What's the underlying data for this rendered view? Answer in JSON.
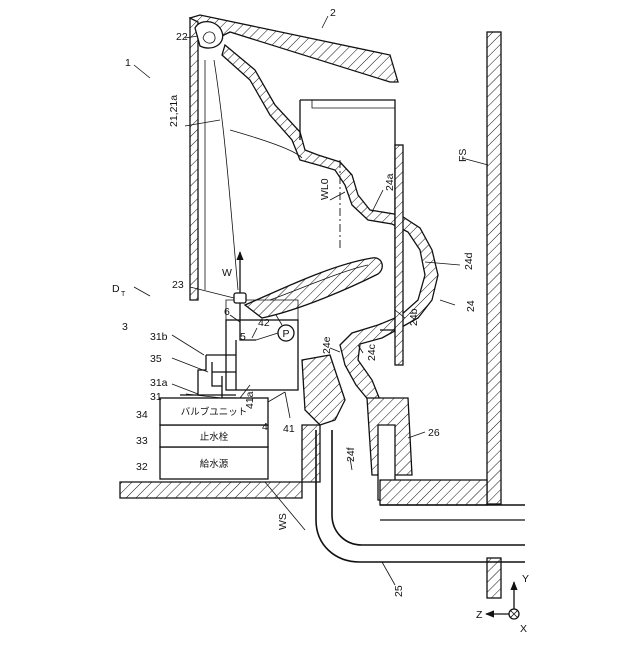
{
  "labels": {
    "system": "1",
    "bowl_body": "2",
    "supply_unit": "3",
    "tank_unit": "4",
    "part_5": "5",
    "part_6": "6",
    "rim_label": "21,21a",
    "part_22": "22",
    "part_23": "23",
    "trap": "24",
    "trap_24a": "24a",
    "trap_24b": "24b",
    "trap_24c": "24c",
    "trap_24d": "24d",
    "trap_24e": "24e",
    "trap_24f": "24f",
    "drain_pipe": "25",
    "part_26": "26",
    "part_31": "31",
    "part_31a": "31a",
    "part_31b": "31b",
    "part_32": "32",
    "part_33": "33",
    "part_34": "34",
    "part_35": "35",
    "part_41": "41",
    "part_41a": "41a",
    "pump_ref": "42",
    "pump_symbol": "P",
    "water_level": "WL0",
    "floor_surface": "FS",
    "wall_surface": "WS",
    "water": "W",
    "direction_main": "D",
    "direction_sub": "T",
    "axis_x": "X",
    "axis_y": "Y",
    "axis_z": "Z"
  },
  "boxes": {
    "water_source": "給水源",
    "stop_valve": "止水栓",
    "valve_unit": "バルブユニット"
  }
}
